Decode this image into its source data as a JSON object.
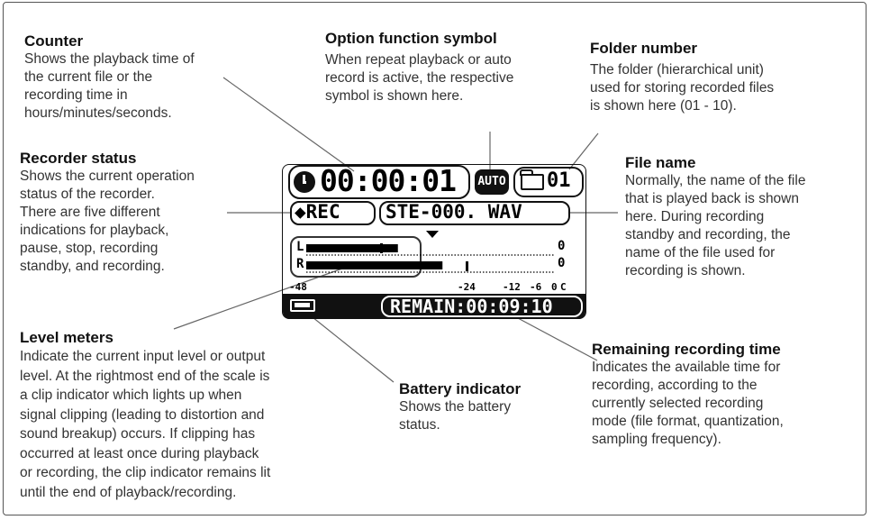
{
  "annotations": {
    "counter": {
      "title": "Counter",
      "desc": "Shows the playback time of\nthe current file or the\nrecording time in\nhours/minutes/seconds."
    },
    "option": {
      "title": "Option function symbol",
      "desc": "When repeat playback or auto\nrecord is active, the respective\nsymbol is shown here."
    },
    "folder": {
      "title": "Folder number",
      "desc": "The folder (hierarchical unit)\nused for storing recorded files\nis shown here (01 - 10)."
    },
    "status": {
      "title": "Recorder status",
      "desc": "Shows the current operation\nstatus of the recorder.\nThere are five different\nindications for playback,\npause, stop, recording\nstandby, and recording."
    },
    "file": {
      "title": "File name",
      "desc": "Normally, the name of the file\nthat is played back is shown\nhere. During recording\nstandby and recording, the\nname of the file used for\nrecording is shown."
    },
    "level": {
      "title": "Level meters",
      "desc": "Indicate the current input level or output\nlevel. At the rightmost end of the scale is\na clip indicator which lights up when\nsignal clipping (leading to distortion and\nsound breakup) occurs. If clipping has\noccurred at least once during playback\nor recording, the clip indicator remains lit\nuntil the end of playback/recording."
    },
    "battery": {
      "title": "Battery indicator",
      "desc": "Shows the battery\nstatus."
    },
    "remain": {
      "title": "Remaining recording time",
      "desc": "Indicates the available time for\nrecording, according to the\ncurrently selected recording\nmode (file format, quantization,\nsampling frequency)."
    }
  },
  "lcd": {
    "counter": "00:00:01",
    "option_symbol": "AUTO",
    "folder": "01",
    "status": "REC",
    "status_icon": "record-icon",
    "filename": "STE-000. WAV",
    "meter_left": "L",
    "meter_right": "R",
    "clip_left": "0",
    "clip_right": "0",
    "scale_ticks": [
      "-48",
      "-24",
      "-12",
      "-6",
      "0",
      "C"
    ],
    "remaining": "REMAIN:00:09:10",
    "level_left_fraction": 0.37,
    "level_right_fraction": 0.55
  }
}
